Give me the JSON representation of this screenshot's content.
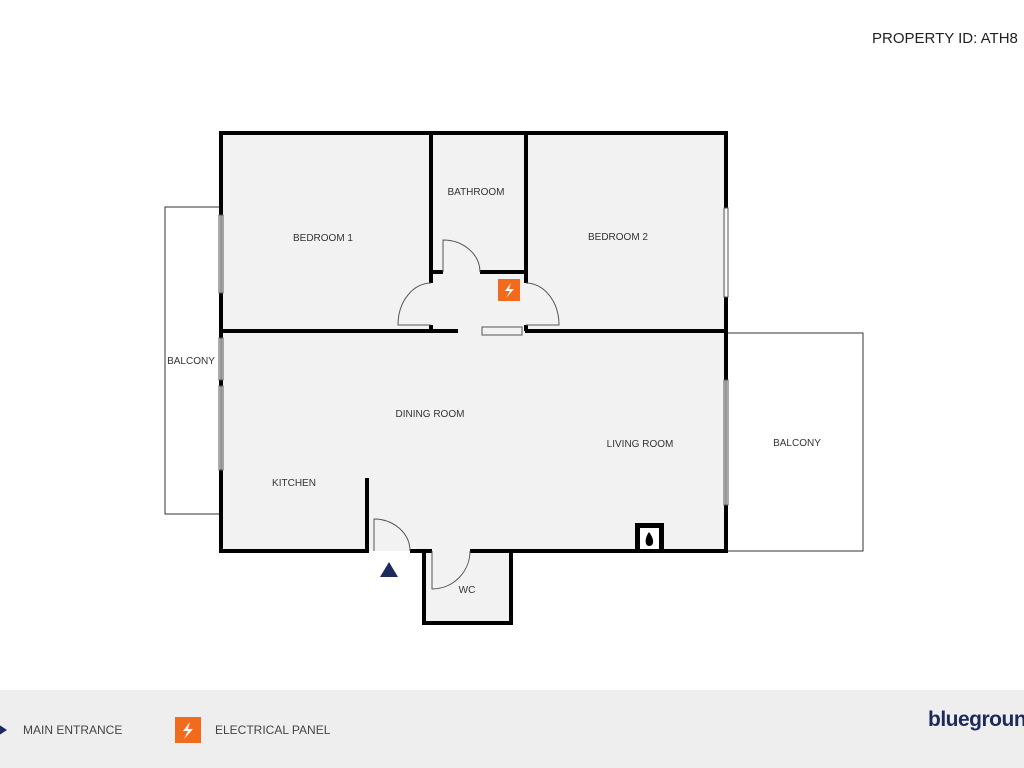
{
  "header": {
    "property_id": "PROPERTY ID: ATH8"
  },
  "rooms": {
    "bedroom1": "BEDROOM 1",
    "bathroom": "BATHROOM",
    "bedroom2": "BEDROOM 2",
    "balcony_left": "BALCONY",
    "dining": "DINING ROOM",
    "living": "LIVING ROOM",
    "balcony_right": "BALCONY",
    "kitchen": "KITCHEN",
    "wc": "WC"
  },
  "legend": {
    "main_entrance": "MAIN ENTRANCE",
    "electrical_panel": "ELECTRICAL PANEL",
    "logo": "bluegroun"
  },
  "colors": {
    "wall": "#000000",
    "floor": "#f2f2f2",
    "electrical": "#f26a1b",
    "entrance": "#1f2a5c",
    "brand": "#1f2a5c"
  },
  "icons": [
    "electrical-panel-icon",
    "fireplace-icon",
    "main-entrance-icon"
  ]
}
